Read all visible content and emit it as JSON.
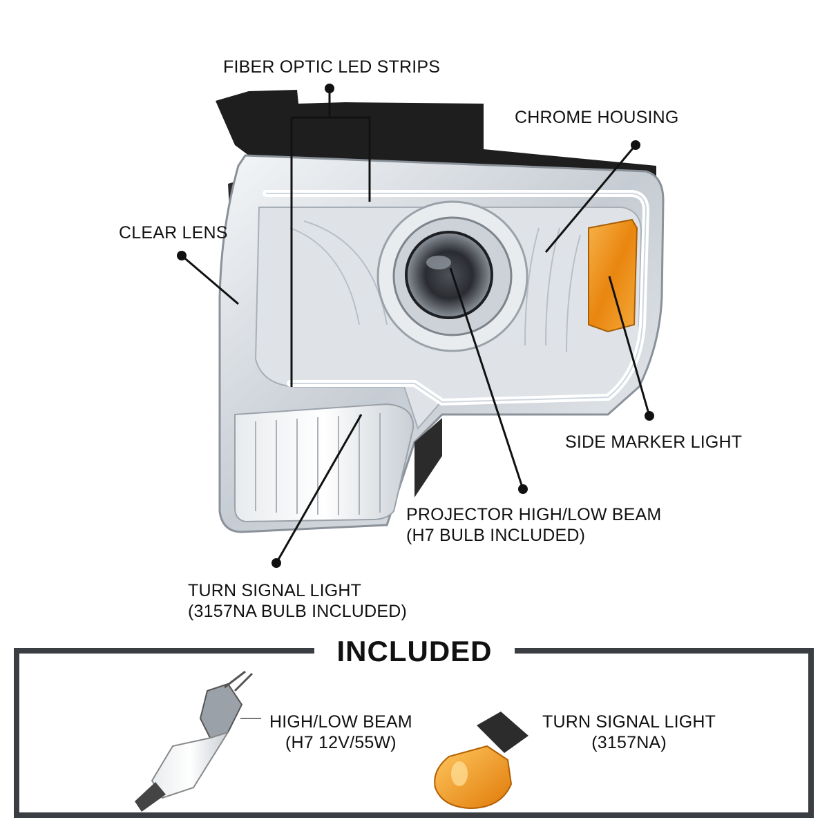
{
  "callouts": {
    "fiber_optic": "FIBER OPTIC LED STRIPS",
    "chrome_housing": "CHROME HOUSING",
    "clear_lens": "CLEAR LENS",
    "side_marker": "SIDE MARKER LIGHT",
    "projector_line1": "PROJECTOR HIGH/LOW BEAM",
    "projector_line2": "(H7 BULB INCLUDED)",
    "turn_signal_line1": "TURN SIGNAL LIGHT",
    "turn_signal_line2": "(3157NA BULB INCLUDED)"
  },
  "included": {
    "title": "INCLUDED",
    "items": [
      {
        "icon": "h7-bulb-icon",
        "line1": "HIGH/LOW BEAM",
        "line2": "(H7 12V/55W)"
      },
      {
        "icon": "3157na-bulb-icon",
        "line1": "TURN SIGNAL LIGHT",
        "line2": "(3157NA)"
      }
    ]
  },
  "colors": {
    "frame": "#3a3d42",
    "amber": "#f09a1a",
    "chrome": "#c9ced4",
    "bracket": "#1e1e1e"
  }
}
